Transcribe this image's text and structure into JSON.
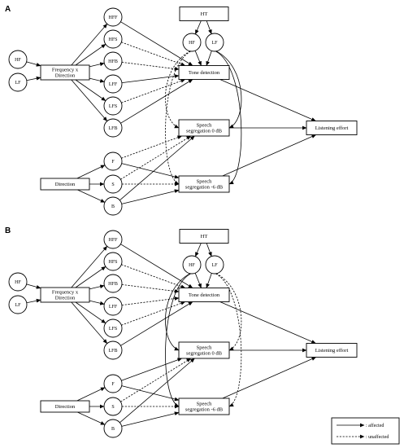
{
  "panels": [
    {
      "letter": "A",
      "nodes": {
        "HF": "HF",
        "LF": "LF",
        "FreqDir": [
          "Frequency x",
          "Direction"
        ],
        "Direction": "Direction",
        "HFF": "HFF",
        "HFS": "HFS",
        "HFB": "HFB",
        "LFF": "LFF",
        "LFS": "LFS",
        "LFB": "LFB",
        "F": "F",
        "S": "S",
        "B": "B",
        "HT": "HT",
        "HT_HF": "HF",
        "HT_LF": "LF",
        "Tone": "Tone detection",
        "Speech0": [
          "Speech",
          "segregation 0 dB"
        ],
        "Speech6": [
          "Speech",
          "segregation -6 dB"
        ],
        "Effort": "Listening effort"
      },
      "edges": [
        [
          "HF",
          "FreqDir",
          "solid"
        ],
        [
          "LF",
          "FreqDir",
          "solid"
        ],
        [
          "FreqDir",
          "HFF",
          "solid"
        ],
        [
          "FreqDir",
          "HFS",
          "solid"
        ],
        [
          "FreqDir",
          "HFB",
          "solid"
        ],
        [
          "FreqDir",
          "LFF",
          "solid"
        ],
        [
          "FreqDir",
          "LFS",
          "solid"
        ],
        [
          "FreqDir",
          "LFB",
          "solid"
        ],
        [
          "Direction",
          "F",
          "solid"
        ],
        [
          "Direction",
          "S",
          "solid"
        ],
        [
          "Direction",
          "B",
          "solid"
        ],
        [
          "HT",
          "HT_HF",
          "solid"
        ],
        [
          "HT",
          "HT_LF",
          "solid"
        ],
        [
          "HT_HF",
          "Tone",
          "solid"
        ],
        [
          "HT_LF",
          "Tone",
          "solid"
        ],
        [
          "HFF",
          "Tone",
          "solid"
        ],
        [
          "HFS",
          "Tone",
          "dashed"
        ],
        [
          "HFB",
          "Tone",
          "dashed"
        ],
        [
          "LFF",
          "Tone",
          "solid"
        ],
        [
          "LFS",
          "Tone",
          "dashed"
        ],
        [
          "LFB",
          "Tone",
          "solid"
        ],
        [
          "F",
          "Speech0",
          "dashed"
        ],
        [
          "F",
          "Speech6",
          "solid"
        ],
        [
          "S",
          "Speech0",
          "dashed"
        ],
        [
          "S",
          "Speech6",
          "dashed"
        ],
        [
          "B",
          "Speech0",
          "solid"
        ],
        [
          "B",
          "Speech6",
          "solid"
        ],
        [
          "HT_HF",
          "Speech0",
          "dashed"
        ],
        [
          "HT_HF",
          "Speech6",
          "dashed"
        ],
        [
          "HT_LF",
          "Speech0",
          "solid"
        ],
        [
          "HT_LF",
          "Speech6",
          "solid"
        ],
        [
          "Tone",
          "Effort",
          "solid"
        ],
        [
          "Speech0",
          "Effort",
          "solid"
        ],
        [
          "Speech6",
          "Effort",
          "solid"
        ]
      ]
    },
    {
      "letter": "B",
      "nodes": {
        "HF": "HF",
        "LF": "LF",
        "FreqDir": [
          "Frequency x",
          "Direction"
        ],
        "Direction": "Direction",
        "HFF": "HFF",
        "HFS": "HFS",
        "HFB": "HFB",
        "LFF": "LFF",
        "LFS": "LFS",
        "LFB": "LFB",
        "F": "F",
        "S": "S",
        "B": "B",
        "HT": "HT",
        "HT_HF": "HF",
        "HT_LF": "LF",
        "Tone": "Tone detection",
        "Speech0": [
          "Speech",
          "segregation 0 dB"
        ],
        "Speech6": [
          "Speech",
          "segregation -6 dB"
        ],
        "Effort": "Listening effort"
      },
      "edges": [
        [
          "HF",
          "FreqDir",
          "solid"
        ],
        [
          "LF",
          "FreqDir",
          "solid"
        ],
        [
          "FreqDir",
          "HFF",
          "solid"
        ],
        [
          "FreqDir",
          "HFS",
          "solid"
        ],
        [
          "FreqDir",
          "HFB",
          "solid"
        ],
        [
          "FreqDir",
          "LFF",
          "solid"
        ],
        [
          "FreqDir",
          "LFS",
          "solid"
        ],
        [
          "FreqDir",
          "LFB",
          "solid"
        ],
        [
          "Direction",
          "F",
          "solid"
        ],
        [
          "Direction",
          "S",
          "solid"
        ],
        [
          "Direction",
          "B",
          "solid"
        ],
        [
          "HT",
          "HT_HF",
          "solid"
        ],
        [
          "HT",
          "HT_LF",
          "solid"
        ],
        [
          "HT_HF",
          "Tone",
          "solid"
        ],
        [
          "HT_LF",
          "Tone",
          "solid"
        ],
        [
          "HFF",
          "Tone",
          "solid"
        ],
        [
          "HFS",
          "Tone",
          "dashed"
        ],
        [
          "HFB",
          "Tone",
          "dashed"
        ],
        [
          "LFF",
          "Tone",
          "dashed"
        ],
        [
          "LFS",
          "Tone",
          "dashed"
        ],
        [
          "LFB",
          "Tone",
          "solid"
        ],
        [
          "F",
          "Speech0",
          "solid"
        ],
        [
          "F",
          "Speech6",
          "solid"
        ],
        [
          "S",
          "Speech0",
          "dashed"
        ],
        [
          "S",
          "Speech6",
          "dashed"
        ],
        [
          "B",
          "Speech0",
          "solid"
        ],
        [
          "B",
          "Speech6",
          "solid"
        ],
        [
          "HT_HF",
          "Speech0",
          "solid"
        ],
        [
          "HT_HF",
          "Speech6",
          "solid"
        ],
        [
          "HT_LF",
          "Speech0",
          "dashed"
        ],
        [
          "HT_LF",
          "Speech6",
          "dashed"
        ],
        [
          "Tone",
          "Effort",
          "solid"
        ],
        [
          "Speech0",
          "Effort",
          "solid"
        ],
        [
          "Speech6",
          "Effort",
          "solid"
        ]
      ]
    }
  ],
  "legend": {
    "affected": ": affected",
    "unaffected": ": unaffected"
  }
}
